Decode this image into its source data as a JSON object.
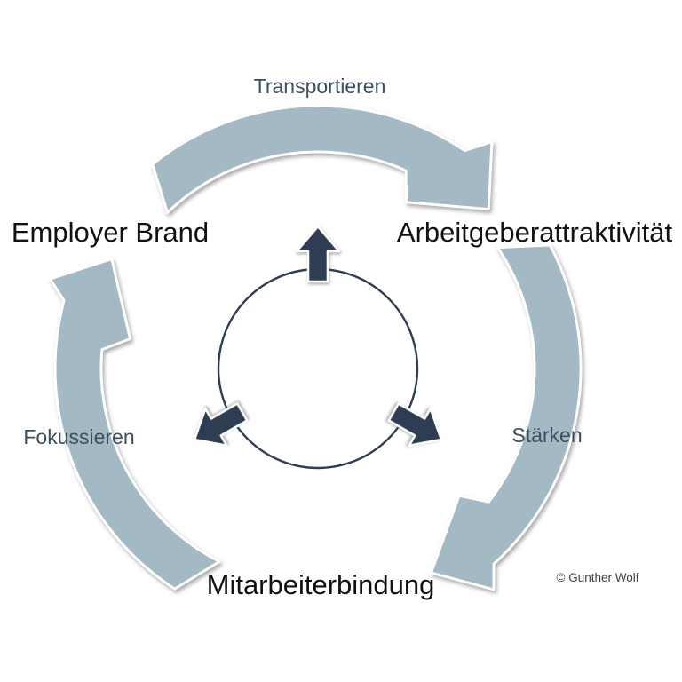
{
  "diagram": {
    "nodes": [
      {
        "id": "employer-brand",
        "label": "Employer Brand"
      },
      {
        "id": "arbeitgeberattraktivitaet",
        "label": "Arbeitgeberattraktivität"
      },
      {
        "id": "mitarbeiterbindung",
        "label": "Mitarbeiterbindung"
      }
    ],
    "flows": [
      {
        "id": "transportieren",
        "label": "Transportieren",
        "from": "Employer Brand",
        "to": "Arbeitgeberattraktivität"
      },
      {
        "id": "staerken",
        "label": "Stärken",
        "from": "Arbeitgeberattraktivität",
        "to": "Mitarbeiterbindung"
      },
      {
        "id": "fokussieren",
        "label": "Fokussieren",
        "from": "Mitarbeiterbindung",
        "to": "Employer Brand"
      }
    ],
    "credit": "© Gunther Wolf"
  },
  "colors": {
    "arc_fill": "#a3bac4",
    "dark_navy": "#2e3d52",
    "arc_label": "#3c4f63",
    "node_label": "#111111",
    "credit_color": "#3f3f3f",
    "background": "#ffffff"
  }
}
